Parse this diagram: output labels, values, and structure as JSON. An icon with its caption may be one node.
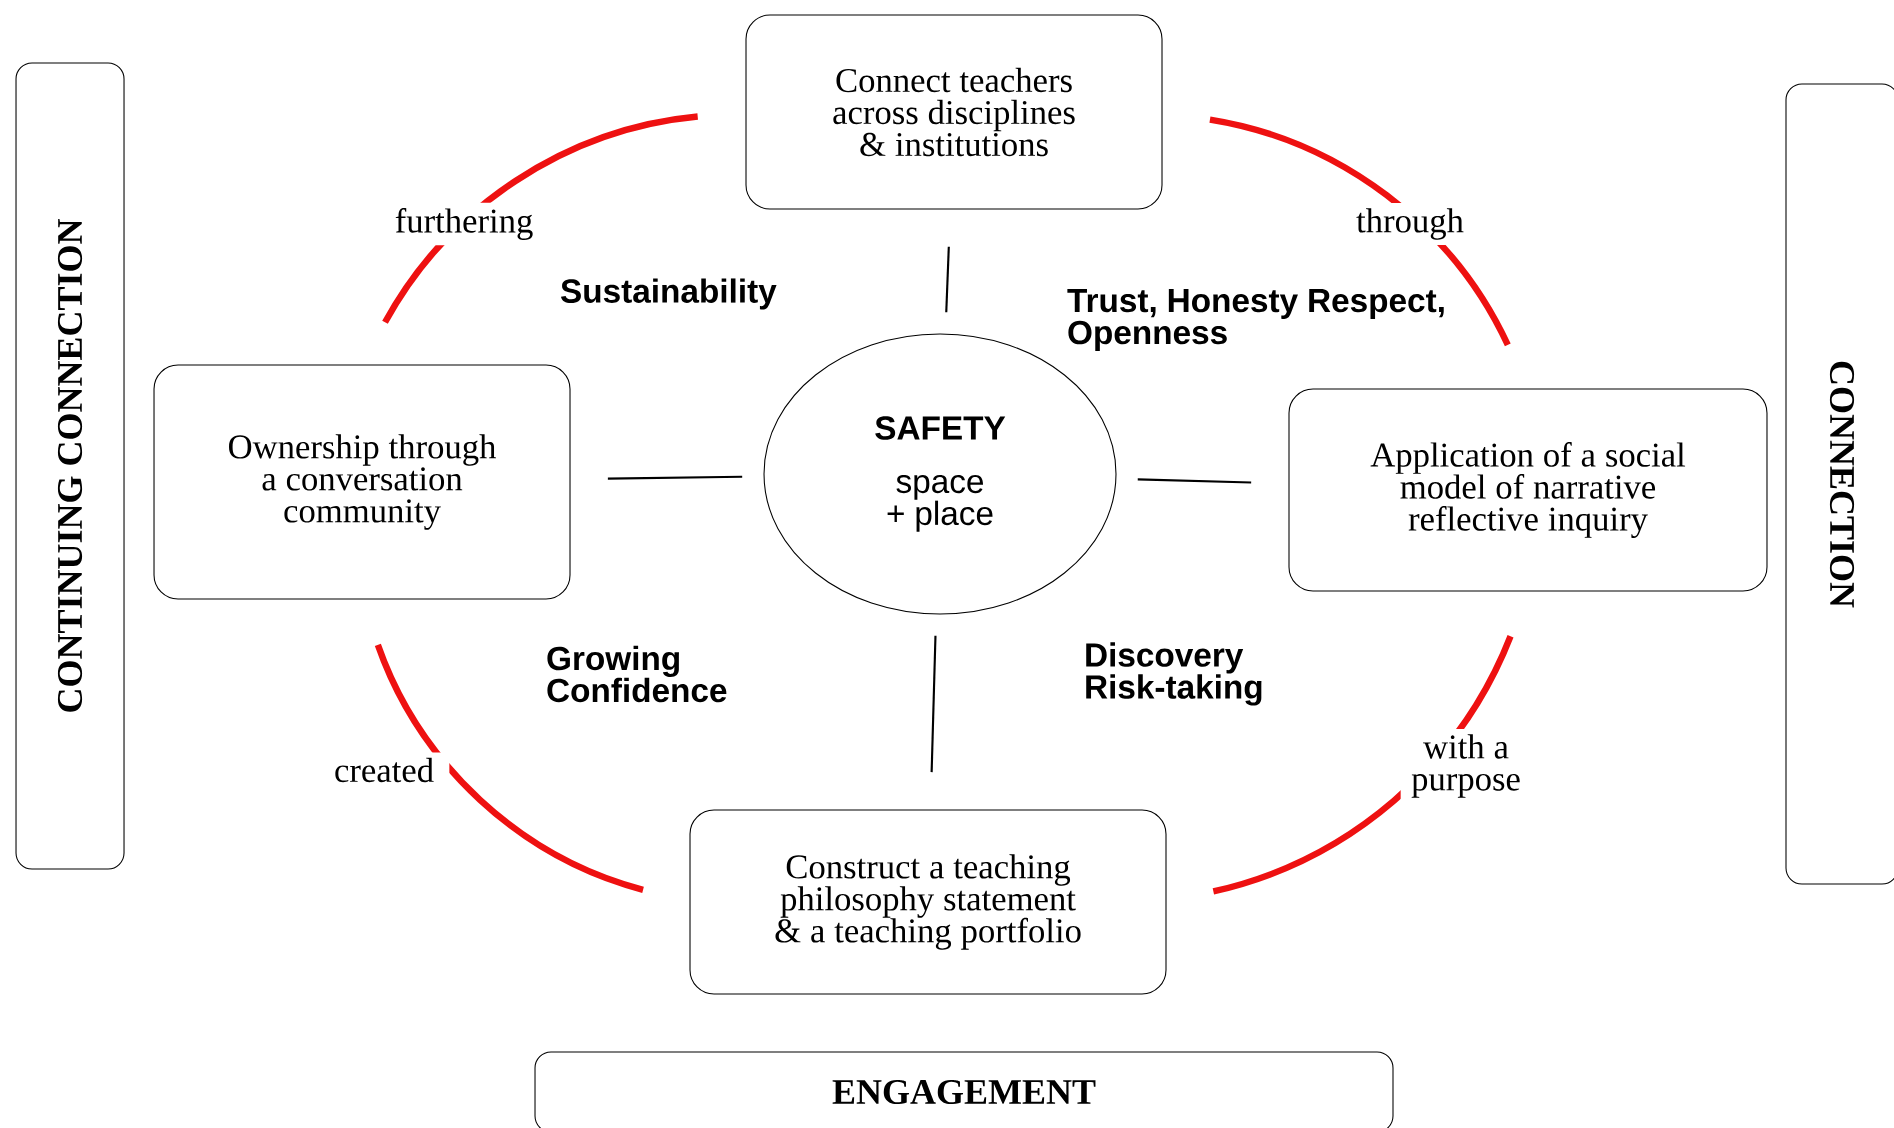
{
  "diagram": {
    "nodes": [
      {
        "text": [
          "Connect teachers across disciplines & institutions"
        ]
      },
      {
        "text": [
          "CONTINUING CONNECTION"
        ]
      },
      {
        "text": [
          "CONNECTION"
        ]
      },
      {
        "text": [
          "Ownership through a conversation community"
        ]
      },
      {
        "text": [
          "SAFETY",
          "space + place"
        ]
      },
      {
        "text": [
          "Application of a social model of narrative reflective inquiry"
        ]
      },
      {
        "text": [
          "Construct a teaching philosophy statement & a teaching portfolio"
        ]
      },
      {
        "text": [
          "ENGAGEMENT"
        ]
      }
    ],
    "edges": [
      {
        "from": 4,
        "to": 0,
        "arrow": "none"
      },
      {
        "from": 4,
        "to": 3,
        "arrow": "none"
      },
      {
        "from": 4,
        "to": 5,
        "arrow": "none"
      },
      {
        "from": 4,
        "to": 6,
        "arrow": "none"
      },
      {
        "from": 0,
        "to": 5,
        "arrow": "none",
        "label": "through",
        "style": "thick",
        "color": "#ee1111"
      },
      {
        "from": 5,
        "to": 6,
        "arrow": "none",
        "label": "with a purpose",
        "style": "thick",
        "color": "#ee1111"
      },
      {
        "from": 6,
        "to": 3,
        "arrow": "none",
        "label": "created",
        "style": "thick",
        "color": "#ee1111"
      },
      {
        "from": 3,
        "to": 0,
        "arrow": "none",
        "label": "furthering",
        "style": "thick",
        "color": "#ee1111"
      }
    ],
    "labels": [
      "Sustainability",
      "Trust, Honesty Respect, Openness",
      "Growing Confidence",
      "Discovery Risk-taking"
    ]
  }
}
